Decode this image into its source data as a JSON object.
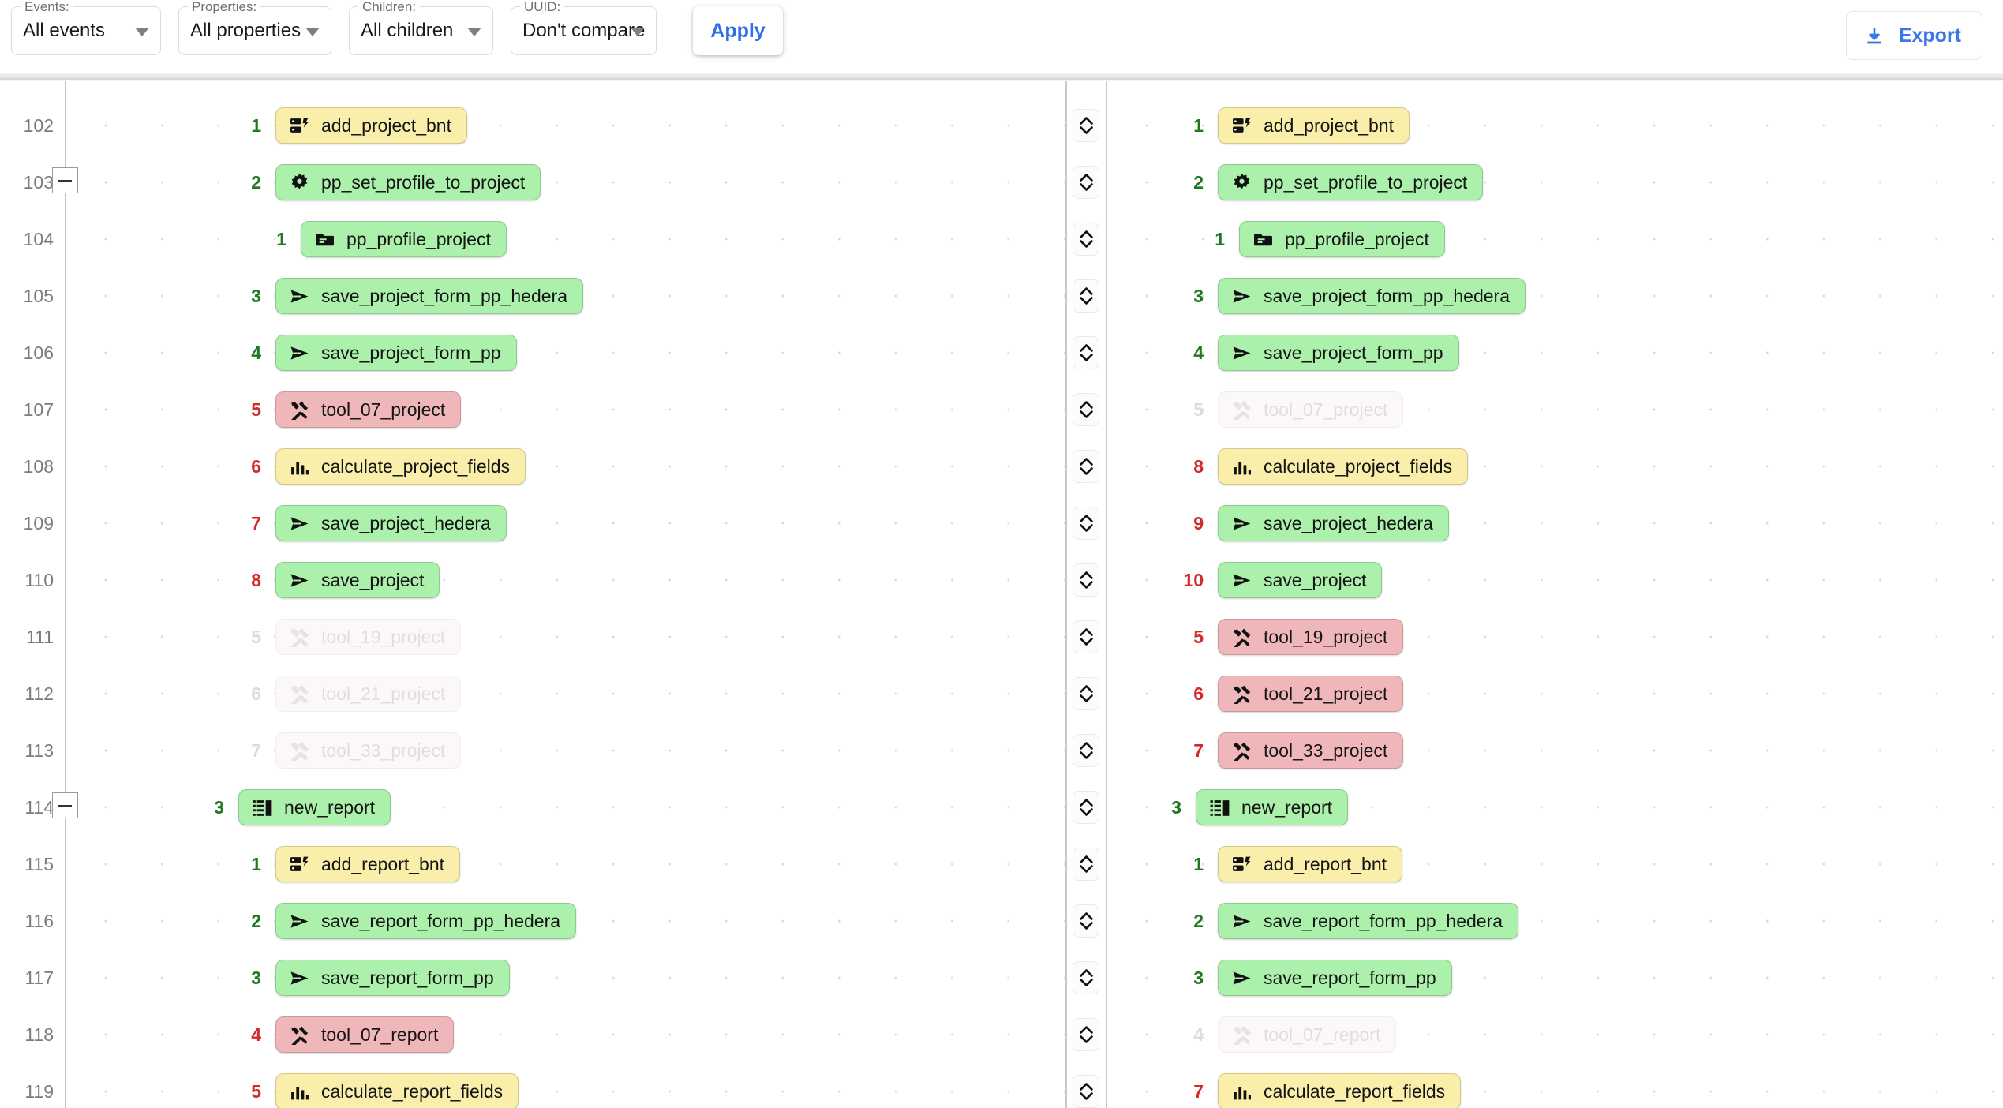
{
  "toolbar": {
    "filters": [
      {
        "name": "events",
        "label": "Events:",
        "value": "All events"
      },
      {
        "name": "properties",
        "label": "Properties:",
        "value": "All properties"
      },
      {
        "name": "children",
        "label": "Children:",
        "value": "All children"
      },
      {
        "name": "uuid",
        "label": "UUID:",
        "value": "Don't compare"
      }
    ],
    "apply_label": "Apply",
    "export_label": "Export",
    "export_icon": "download-icon",
    "accent_color": "#3b78e7"
  },
  "colors": {
    "chip_green": "#abf0ab",
    "chip_yellow": "#faeeab",
    "chip_red": "#f0b7ba",
    "index_match": "#1f7a1f",
    "index_mismatch": "#d32a2a",
    "row_number": "#7c7c7c"
  },
  "diff": {
    "sync_icon": "unfold-more-icon",
    "rows": [
      {
        "line": "102",
        "collapse": false,
        "left": {
          "index": "1",
          "index_state": "match",
          "label": "add_project_bnt",
          "color": "yellow",
          "icon": "dns-icon",
          "indent": 1,
          "ghost": false
        },
        "right": {
          "index": "1",
          "index_state": "match",
          "label": "add_project_bnt",
          "color": "yellow",
          "icon": "dns-icon",
          "indent": 1,
          "ghost": false
        }
      },
      {
        "line": "103",
        "collapse": true,
        "left": {
          "index": "2",
          "index_state": "match",
          "label": "pp_set_profile_to_project",
          "color": "green",
          "icon": "gear-icon",
          "indent": 1,
          "ghost": false
        },
        "right": {
          "index": "2",
          "index_state": "match",
          "label": "pp_set_profile_to_project",
          "color": "green",
          "icon": "gear-icon",
          "indent": 1,
          "ghost": false
        }
      },
      {
        "line": "104",
        "collapse": false,
        "left": {
          "index": "1",
          "index_state": "match",
          "label": "pp_profile_project",
          "color": "green",
          "icon": "folder-icon",
          "indent": 2,
          "ghost": false
        },
        "right": {
          "index": "1",
          "index_state": "match",
          "label": "pp_profile_project",
          "color": "green",
          "icon": "folder-icon",
          "indent": 2,
          "ghost": false
        }
      },
      {
        "line": "105",
        "collapse": false,
        "left": {
          "index": "3",
          "index_state": "match",
          "label": "save_project_form_pp_hedera",
          "color": "green",
          "icon": "send-icon",
          "indent": 1,
          "ghost": false
        },
        "right": {
          "index": "3",
          "index_state": "match",
          "label": "save_project_form_pp_hedera",
          "color": "green",
          "icon": "send-icon",
          "indent": 1,
          "ghost": false
        }
      },
      {
        "line": "106",
        "collapse": false,
        "left": {
          "index": "4",
          "index_state": "match",
          "label": "save_project_form_pp",
          "color": "green",
          "icon": "send-icon",
          "indent": 1,
          "ghost": false
        },
        "right": {
          "index": "4",
          "index_state": "match",
          "label": "save_project_form_pp",
          "color": "green",
          "icon": "send-icon",
          "indent": 1,
          "ghost": false
        }
      },
      {
        "line": "107",
        "collapse": false,
        "left": {
          "index": "5",
          "index_state": "mismatch",
          "label": "tool_07_project",
          "color": "red",
          "icon": "tools-icon",
          "indent": 1,
          "ghost": false
        },
        "right": {
          "index": "5",
          "index_state": "ghost",
          "label": "tool_07_project",
          "color": "red",
          "icon": "tools-icon",
          "indent": 1,
          "ghost": true
        }
      },
      {
        "line": "108",
        "collapse": false,
        "left": {
          "index": "6",
          "index_state": "mismatch",
          "label": "calculate_project_fields",
          "color": "yellow",
          "icon": "barchart-icon",
          "indent": 1,
          "ghost": false
        },
        "right": {
          "index": "8",
          "index_state": "mismatch",
          "label": "calculate_project_fields",
          "color": "yellow",
          "icon": "barchart-icon",
          "indent": 1,
          "ghost": false
        }
      },
      {
        "line": "109",
        "collapse": false,
        "left": {
          "index": "7",
          "index_state": "mismatch",
          "label": "save_project_hedera",
          "color": "green",
          "icon": "send-icon",
          "indent": 1,
          "ghost": false
        },
        "right": {
          "index": "9",
          "index_state": "mismatch",
          "label": "save_project_hedera",
          "color": "green",
          "icon": "send-icon",
          "indent": 1,
          "ghost": false
        }
      },
      {
        "line": "110",
        "collapse": false,
        "left": {
          "index": "8",
          "index_state": "mismatch",
          "label": "save_project",
          "color": "green",
          "icon": "send-icon",
          "indent": 1,
          "ghost": false
        },
        "right": {
          "index": "10",
          "index_state": "mismatch",
          "label": "save_project",
          "color": "green",
          "icon": "send-icon",
          "indent": 1,
          "ghost": false
        }
      },
      {
        "line": "111",
        "collapse": false,
        "left": {
          "index": "5",
          "index_state": "ghost",
          "label": "tool_19_project",
          "color": "red",
          "icon": "tools-icon",
          "indent": 1,
          "ghost": true
        },
        "right": {
          "index": "5",
          "index_state": "mismatch",
          "label": "tool_19_project",
          "color": "red",
          "icon": "tools-icon",
          "indent": 1,
          "ghost": false
        }
      },
      {
        "line": "112",
        "collapse": false,
        "left": {
          "index": "6",
          "index_state": "ghost",
          "label": "tool_21_project",
          "color": "red",
          "icon": "tools-icon",
          "indent": 1,
          "ghost": true
        },
        "right": {
          "index": "6",
          "index_state": "mismatch",
          "label": "tool_21_project",
          "color": "red",
          "icon": "tools-icon",
          "indent": 1,
          "ghost": false
        }
      },
      {
        "line": "113",
        "collapse": false,
        "left": {
          "index": "7",
          "index_state": "ghost",
          "label": "tool_33_project",
          "color": "red",
          "icon": "tools-icon",
          "indent": 1,
          "ghost": true
        },
        "right": {
          "index": "7",
          "index_state": "mismatch",
          "label": "tool_33_project",
          "color": "red",
          "icon": "tools-icon",
          "indent": 1,
          "ghost": false
        }
      },
      {
        "line": "114",
        "collapse": true,
        "left": {
          "index": "3",
          "index_state": "match",
          "label": "new_report",
          "color": "green",
          "icon": "list-icon",
          "indent": 0,
          "ghost": false
        },
        "right": {
          "index": "3",
          "index_state": "match",
          "label": "new_report",
          "color": "green",
          "icon": "list-icon",
          "indent": 0,
          "ghost": false
        }
      },
      {
        "line": "115",
        "collapse": false,
        "left": {
          "index": "1",
          "index_state": "match",
          "label": "add_report_bnt",
          "color": "yellow",
          "icon": "dns-icon",
          "indent": 1,
          "ghost": false
        },
        "right": {
          "index": "1",
          "index_state": "match",
          "label": "add_report_bnt",
          "color": "yellow",
          "icon": "dns-icon",
          "indent": 1,
          "ghost": false
        }
      },
      {
        "line": "116",
        "collapse": false,
        "left": {
          "index": "2",
          "index_state": "match",
          "label": "save_report_form_pp_hedera",
          "color": "green",
          "icon": "send-icon",
          "indent": 1,
          "ghost": false
        },
        "right": {
          "index": "2",
          "index_state": "match",
          "label": "save_report_form_pp_hedera",
          "color": "green",
          "icon": "send-icon",
          "indent": 1,
          "ghost": false
        }
      },
      {
        "line": "117",
        "collapse": false,
        "left": {
          "index": "3",
          "index_state": "match",
          "label": "save_report_form_pp",
          "color": "green",
          "icon": "send-icon",
          "indent": 1,
          "ghost": false
        },
        "right": {
          "index": "3",
          "index_state": "match",
          "label": "save_report_form_pp",
          "color": "green",
          "icon": "send-icon",
          "indent": 1,
          "ghost": false
        }
      },
      {
        "line": "118",
        "collapse": false,
        "left": {
          "index": "4",
          "index_state": "mismatch",
          "label": "tool_07_report",
          "color": "red",
          "icon": "tools-icon",
          "indent": 1,
          "ghost": false
        },
        "right": {
          "index": "4",
          "index_state": "ghost",
          "label": "tool_07_report",
          "color": "red",
          "icon": "tools-icon",
          "indent": 1,
          "ghost": true
        }
      },
      {
        "line": "119",
        "collapse": false,
        "left": {
          "index": "5",
          "index_state": "mismatch",
          "label": "calculate_report_fields",
          "color": "yellow",
          "icon": "barchart-icon",
          "indent": 1,
          "ghost": false
        },
        "right": {
          "index": "7",
          "index_state": "mismatch",
          "label": "calculate_report_fields",
          "color": "yellow",
          "icon": "barchart-icon",
          "indent": 1,
          "ghost": false
        }
      }
    ]
  }
}
